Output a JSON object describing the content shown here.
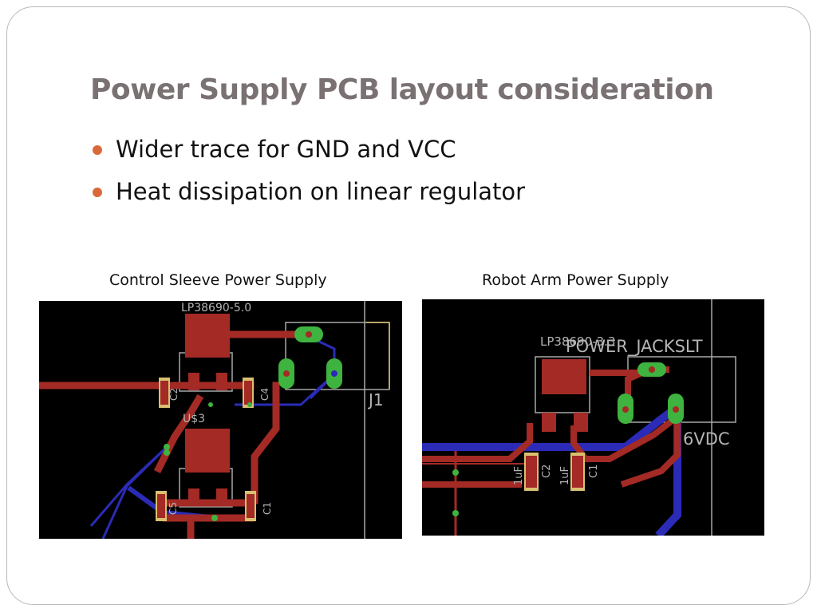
{
  "slide": {
    "title": "Power Supply PCB layout consideration",
    "bullets": [
      "Wider trace for GND and VCC",
      "Heat dissipation on linear regulator"
    ],
    "bullet_color": "#d9693a"
  },
  "figures": {
    "left": {
      "caption": "Control Sleeve Power Supply",
      "labels": {
        "regulator_top": "LP38690-5.0",
        "regulator_bottom": "U$3",
        "connector": "J1",
        "c2": "C2",
        "c4": "C4",
        "c5": "C5",
        "c1": "C1"
      }
    },
    "right": {
      "caption": "Robot Arm Power Supply",
      "labels": {
        "regulator": "LP38690-3.3",
        "jack": "POWER_JACKSLT",
        "voltage": "6VDC",
        "c2": "C2",
        "c1": "C1",
        "c2_value": "1uF",
        "c1_value": "1uF"
      }
    },
    "colors": {
      "board": "#000000",
      "top_copper": "#a32a25",
      "bottom_copper": "#2b2bb8",
      "pads": "#3fb33f",
      "silk": "#b4b4b4",
      "smd": "#d8c070"
    }
  }
}
